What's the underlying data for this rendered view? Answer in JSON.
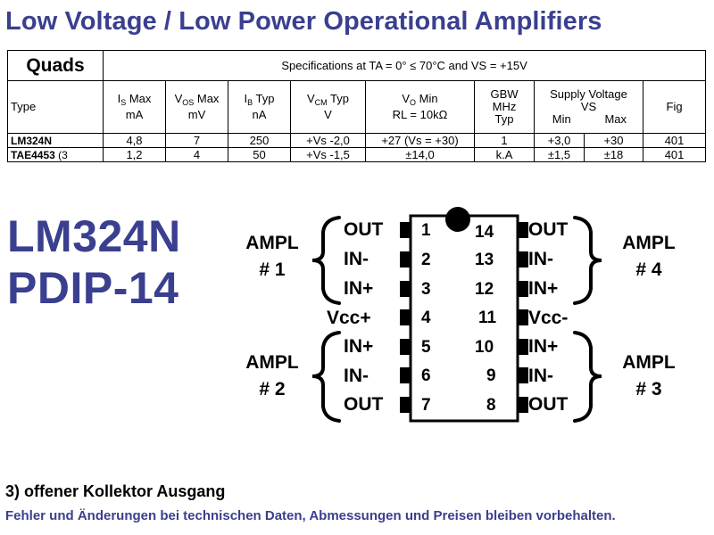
{
  "title": "Low Voltage / Low Power Operational Amplifiers",
  "table": {
    "group": "Quads",
    "spec_conditions": "Specifications at TA = 0° ≤ 70°C and VS = +15V",
    "headers": {
      "type": "Type",
      "is": {
        "main": "I",
        "sub": "S",
        "rest": " Max",
        "unit": "mA"
      },
      "vos": {
        "main": "V",
        "sub": "OS",
        "rest": " Max",
        "unit": "mV"
      },
      "ib": {
        "main": "I",
        "sub": "B",
        "rest": " Typ",
        "unit": "nA"
      },
      "vcm": {
        "main": "V",
        "sub": "CM",
        "rest": " Typ",
        "unit": "V"
      },
      "vo": {
        "main": "V",
        "sub": "O",
        "rest": " Min",
        "unit": "RL = 10kΩ"
      },
      "gbw": {
        "l1": "GBW",
        "l2": "MHz",
        "l3": "Typ"
      },
      "supply": {
        "l1": "Supply Voltage",
        "l2": "VS",
        "min": "Min",
        "max": "Max"
      },
      "fig": "Fig"
    },
    "rows": [
      {
        "type": "LM324N",
        "note": "",
        "is": "4,8",
        "vos": "7",
        "ib": "250",
        "vcm": "+Vs -2,0",
        "vo": "+27 (Vs = +30)",
        "gbw": "1",
        "vmin": "+3,0",
        "vmax": "+30",
        "fig": "401"
      },
      {
        "type": "TAE4453",
        "note": "(3",
        "is": "1,2",
        "vos": "4",
        "ib": "50",
        "vcm": "+Vs -1,5",
        "vo": "±14,0",
        "gbw": "k.A",
        "vmin": "±1,5",
        "vmax": "±18",
        "fig": "401"
      }
    ]
  },
  "part": {
    "name": "LM324N",
    "package": "PDIP-14"
  },
  "pinout": {
    "left": [
      {
        "num": "1",
        "label": "OUT"
      },
      {
        "num": "2",
        "label": "IN-"
      },
      {
        "num": "3",
        "label": "IN+"
      },
      {
        "num": "4",
        "label": "Vcc+"
      },
      {
        "num": "5",
        "label": "IN+"
      },
      {
        "num": "6",
        "label": "IN-"
      },
      {
        "num": "7",
        "label": "OUT"
      }
    ],
    "right": [
      {
        "num": "14",
        "label": "OUT"
      },
      {
        "num": "13",
        "label": "IN-"
      },
      {
        "num": "12",
        "label": "IN+"
      },
      {
        "num": "11",
        "label": "Vcc-"
      },
      {
        "num": "10",
        "label": "IN+"
      },
      {
        "num": "9",
        "label": "IN-"
      },
      {
        "num": "8",
        "label": "OUT"
      }
    ],
    "amps": {
      "a1": {
        "l1": "AMPL",
        "l2": "# 1"
      },
      "a2": {
        "l1": "AMPL",
        "l2": "# 2"
      },
      "a3": {
        "l1": "AMPL",
        "l2": "# 3"
      },
      "a4": {
        "l1": "AMPL",
        "l2": "# 4"
      }
    }
  },
  "footnote": "3) offener Kollektor Ausgang",
  "disclaimer": "Fehler und Änderungen bei technischen Daten, Abmessungen und Preisen bleiben vorbehalten.",
  "colors": {
    "accent": "#3a3f8f",
    "chip_body": "#ffffff",
    "pin": "#000000"
  }
}
